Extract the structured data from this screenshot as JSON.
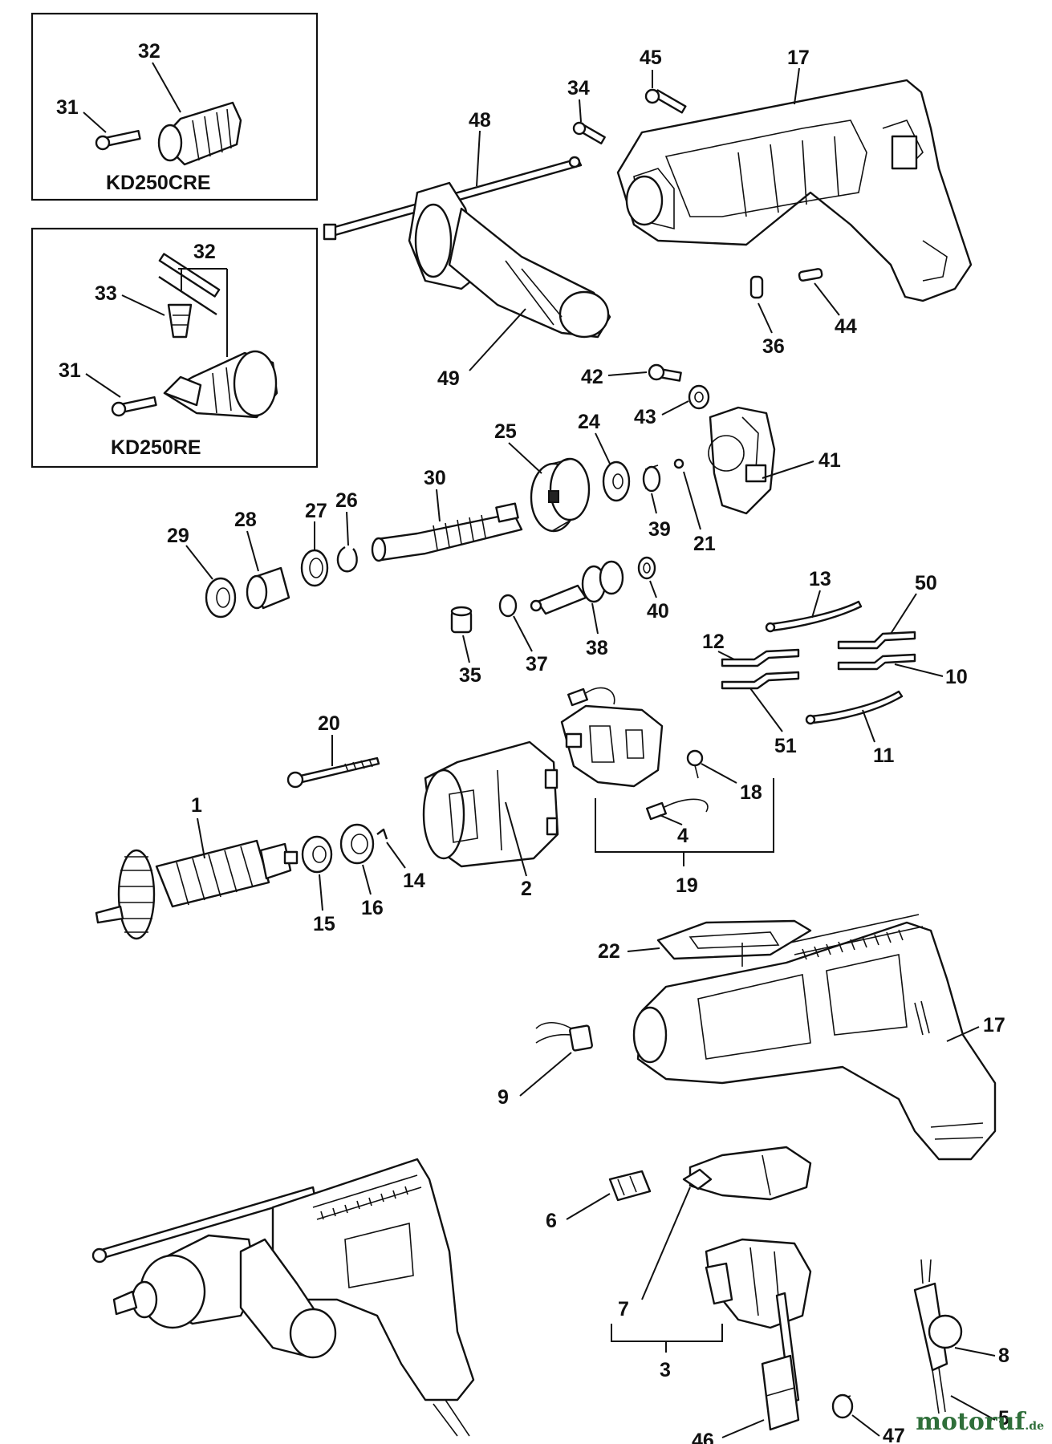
{
  "insets": [
    {
      "model": "KD250CRE"
    },
    {
      "model": "KD250RE"
    }
  ],
  "callouts": {
    "c31a": "31",
    "c32a": "32",
    "c32b": "32",
    "c33": "33",
    "c31b": "31",
    "c48": "48",
    "c49": "49",
    "c34": "34",
    "c45": "45",
    "c17a": "17",
    "c36": "36",
    "c44": "44",
    "c42": "42",
    "c43": "43",
    "c41": "41",
    "c25": "25",
    "c24": "24",
    "c39": "39",
    "c21": "21",
    "c30": "30",
    "c29": "29",
    "c28": "28",
    "c27": "27",
    "c26": "26",
    "c35": "35",
    "c37": "37",
    "c38": "38",
    "c40": "40",
    "c13": "13",
    "c50": "50",
    "c12": "12",
    "c10": "10",
    "c51": "51",
    "c11": "11",
    "c20": "20",
    "c18": "18",
    "c4": "4",
    "c19": "19",
    "c1": "1",
    "c15": "15",
    "c16": "16",
    "c14": "14",
    "c2": "2",
    "c22": "22",
    "c17b": "17",
    "c9": "9",
    "c6": "6",
    "c7": "7",
    "c3": "3",
    "c8": "8",
    "c5": "5",
    "c46": "46",
    "c47": "47"
  },
  "watermark": {
    "name": "motoruf",
    "tld": ".de"
  },
  "colors": {
    "ink": "#111111",
    "watermark": "#2f6f3a"
  }
}
